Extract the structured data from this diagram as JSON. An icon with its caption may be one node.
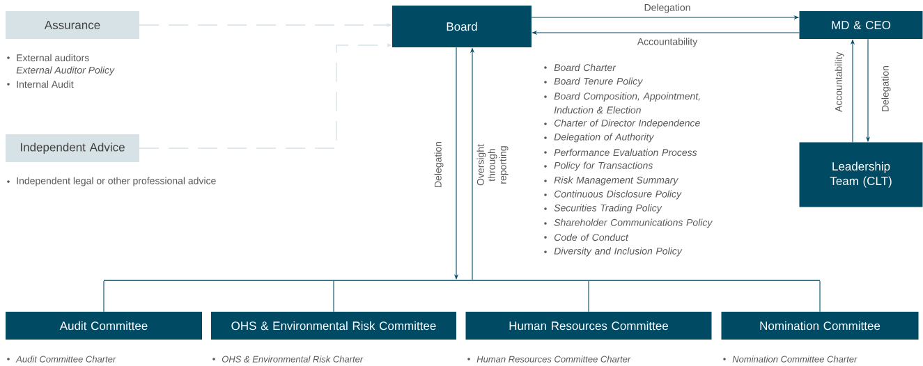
{
  "diagram": {
    "nodes": [
      {
        "text": [
          "Assurance"
        ],
        "beside": [
          "External auditors",
          "External Auditor Policy",
          "Internal Audit"
        ]
      },
      {
        "text": [
          "Board"
        ]
      },
      {
        "text": [
          "MD & CEO"
        ]
      },
      {
        "text": [
          "Independent Advice"
        ],
        "beside": [
          "Independent legal or other professional advice"
        ]
      },
      {
        "text": [
          "Leadership Team (CLT)"
        ]
      },
      {
        "text": [],
        "shape": "bar"
      },
      {
        "text": [
          "Audit Committee"
        ],
        "beside": [
          "Audit Committee Charter"
        ]
      },
      {
        "text": [
          "OHS & Environmental Risk Committee"
        ],
        "beside": [
          "OHS & Environmental Risk Charter"
        ]
      },
      {
        "text": [
          "Human Resources Committee"
        ],
        "beside": [
          "Human Resources Committee Charter"
        ]
      },
      {
        "text": [
          "Nomination Committee"
        ],
        "beside": [
          "Nomination Committee Charter"
        ]
      }
    ],
    "edges": [
      {
        "from": 0,
        "to": 1,
        "arrow": "to",
        "style": "dashed",
        "color": "#d5e1e6"
      },
      {
        "from": 3,
        "to": 1,
        "arrow": "to",
        "style": "dashed",
        "color": "#d5e1e6"
      },
      {
        "from": 1,
        "to": 2,
        "arrow": "to",
        "label": "Delegation"
      },
      {
        "from": 2,
        "to": 1,
        "arrow": "to",
        "label": "Accountability"
      },
      {
        "from": 4,
        "to": 2,
        "arrow": "to",
        "label": "Accountability"
      },
      {
        "from": 2,
        "to": 4,
        "arrow": "to",
        "label": "Delegation"
      },
      {
        "from": 1,
        "to": 5,
        "arrow": "to",
        "label": "Delegation"
      },
      {
        "from": 5,
        "to": 1,
        "arrow": "to",
        "label": "Oversight through reporting"
      },
      {
        "from": 5,
        "to": 6,
        "arrow": "none"
      },
      {
        "from": 5,
        "to": 7,
        "arrow": "none"
      },
      {
        "from": 5,
        "to": 8,
        "arrow": "none"
      },
      {
        "from": 5,
        "to": 9,
        "arrow": "none"
      }
    ],
    "labels": [
      "Board Charter",
      "Board Tenure Policy",
      "Board Composition, Appointment, Induction & Election",
      "Charter of Director Independence",
      "Delegation of Authority",
      "Performance Evaluation Process",
      "Policy for Transactions",
      "Risk Management Summary",
      "Continuous Disclosure Policy",
      "Securities Trading Policy",
      "Shareholder Communications Policy",
      "Code of Conduct",
      "Diversity and Inclusion Policy"
    ]
  }
}
